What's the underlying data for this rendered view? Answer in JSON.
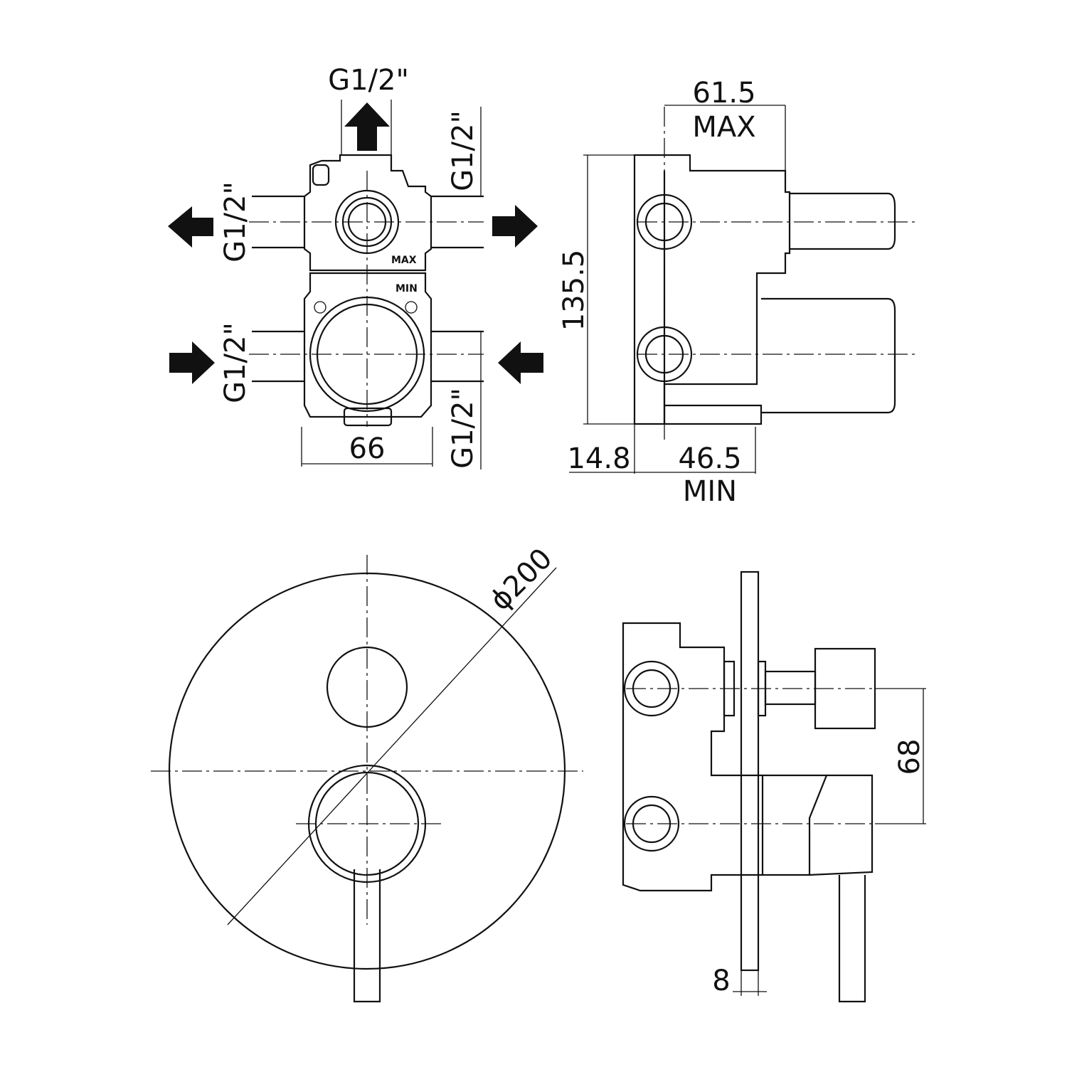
{
  "labels": {
    "thread_top": "G1/2\"",
    "thread_right_upper": "G1/2\"",
    "thread_left_upper": "G1/2\"",
    "thread_left_lower": "G1/2\"",
    "thread_right_lower": "G1/2\"",
    "width_front": "66",
    "max_mark": "MAX",
    "min_mark": "MIN",
    "depth_max_value": "61.5",
    "depth_max_label": "MAX",
    "height_side": "135.5",
    "flange_depth": "14.8",
    "depth_min_value": "46.5",
    "depth_min_label": "MIN",
    "plate_diameter": "ϕ200",
    "axis_spacing": "68",
    "plate_thickness": "8"
  }
}
